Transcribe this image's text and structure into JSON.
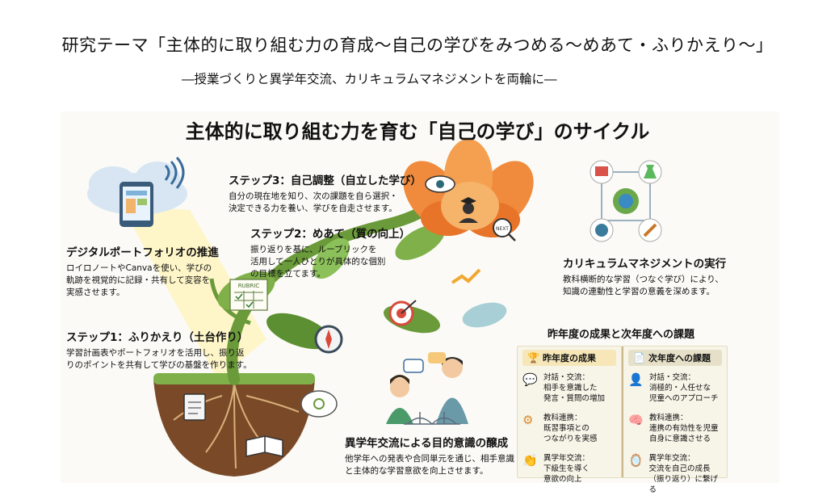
{
  "header": {
    "theme": "研究テーマ「主体的に取り組む力の育成～自己の学びをみつめる～めあて・ふりかえり～」",
    "subtitle": "―授業づくりと異学年交流、カリキュラムマネジメントを両輪に―"
  },
  "diagram": {
    "title": "主体的に取り組む力を育む「自己の学び」のサイクル",
    "step3": {
      "heading": "ステップ3：自己調整（自立した学び）",
      "body": [
        "自分の現在地を知り、次の課題を自ら選択・",
        "決定できる力を養い、学びを自走させます。"
      ]
    },
    "step2": {
      "heading": "ステップ2：めあて（質の向上）",
      "body": [
        "振り返りを基に、ルーブリックを",
        "活用して一人ひとりが具体的な個別",
        "の目標を立てます。"
      ]
    },
    "digital": {
      "heading": "デジタルポートフォリオの推進",
      "body": [
        "ロイロノートやCanvaを使い、学びの",
        "軌跡を視覚的に記録・共有して変容を",
        "実感させます。"
      ]
    },
    "step1": {
      "heading": "ステップ1：ふりかえり（土台作り）",
      "body": [
        "学習計画表やポートフォリオを活用し、振り返",
        "りのポイントを共有して学びの基盤を作ります。"
      ]
    },
    "curriculum": {
      "heading": "カリキュラムマネジメントの実行",
      "body": [
        "教科横断的な学習（つなぐ学び）により、",
        "知識の連動性と学習の意義を深めます。"
      ]
    },
    "exchange": {
      "heading": "異学年交流による目的意識の醸成",
      "body": [
        "他学年への発表や合同単元を通じ、相手意識",
        "と主体的な学習意欲を向上させます。"
      ]
    },
    "flower_badge": "NEXT",
    "rubric_label": "RUBRIC",
    "results": {
      "title": "昨年度の成果と次年度への課題",
      "this_year": {
        "label": "昨年度の成果",
        "items": [
          {
            "icon": "speech-bubble-icon",
            "lines": [
              "対話・交流：",
              "相手を意識した",
              "発言・質問の増加"
            ]
          },
          {
            "icon": "gears-icon",
            "lines": [
              "教科連携：",
              "既習事項との",
              "つながりを実感"
            ]
          },
          {
            "icon": "clap-icon",
            "lines": [
              "異学年交流：",
              "下級生を導く",
              "意欲の向上"
            ]
          }
        ]
      },
      "next_year": {
        "label": "次年度への課題",
        "items": [
          {
            "icon": "person-question-icon",
            "lines": [
              "対話・交流：",
              "消極的・人任せな",
              "児童へのアプローチ"
            ]
          },
          {
            "icon": "head-link-icon",
            "lines": [
              "教科連携：",
              "連携の有効性を児童",
              "自身に意識させる"
            ]
          },
          {
            "icon": "mirror-icon",
            "lines": [
              "異学年交流：",
              "交流を自己の成長",
              "（振り返り）に繋げる"
            ]
          }
        ]
      }
    }
  },
  "colors": {
    "orange": "#f08a3c",
    "leaf": "#6a9a3a",
    "soil": "#7a4a28",
    "panel": "#fbfaf6",
    "result_bg": "#f4f1e2"
  }
}
